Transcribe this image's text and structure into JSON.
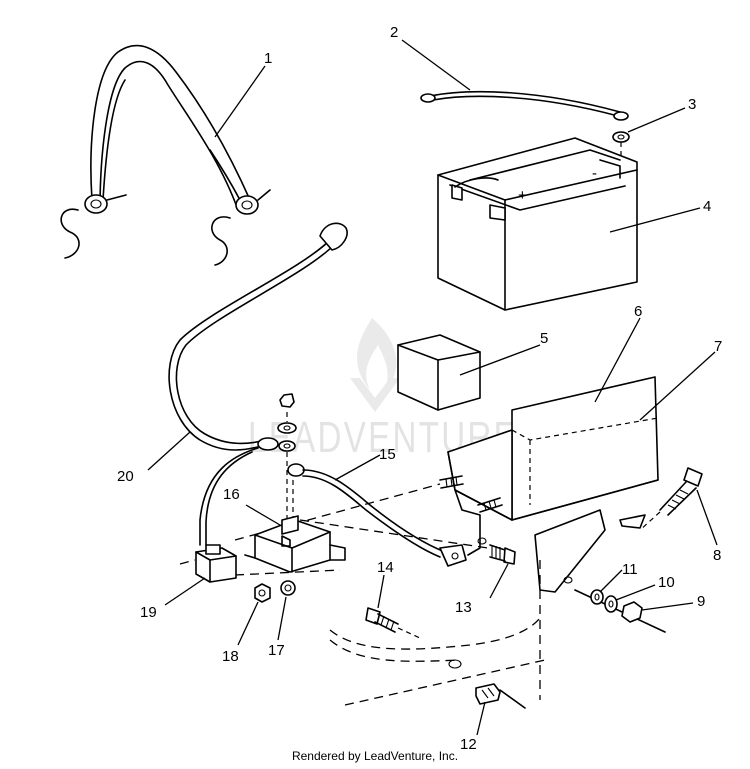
{
  "diagram": {
    "callouts": [
      "1",
      "2",
      "3",
      "4",
      "5",
      "6",
      "7",
      "8",
      "9",
      "10",
      "11",
      "12",
      "13",
      "14",
      "15",
      "16",
      "17",
      "18",
      "19",
      "20"
    ],
    "watermark": "LEADVENTURE",
    "footer": "Rendered by LeadVenture, Inc."
  }
}
